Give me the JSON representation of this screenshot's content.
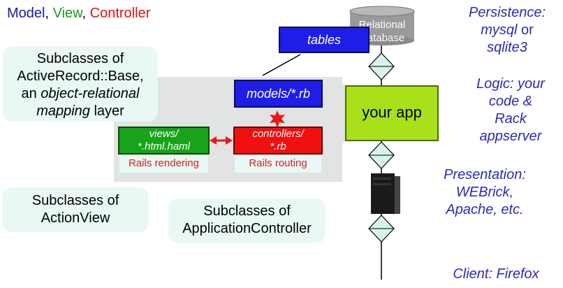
{
  "legend": {
    "model": "Model",
    "sep1": ", ",
    "view": "View",
    "sep2": ", ",
    "controller": "Controller"
  },
  "callouts": {
    "activerecord": {
      "line1": "Subclasses of",
      "line2": "ActiveRecord::Base,",
      "line3_pre": "an ",
      "line3_em": "object-relational",
      "line4_em": "mapping",
      "line4_post": " layer"
    },
    "actionview": {
      "line1": "Subclasses of",
      "line2": "ActionView"
    },
    "appcontroller": {
      "line1": "Subclasses of",
      "line2": "ApplicationController"
    }
  },
  "boxes": {
    "tables": "tables",
    "models": "models/*.rb",
    "views_l1": "views/",
    "views_l2": "*.html.haml",
    "controllers_l1": "controllers/",
    "controllers_l2": "*.rb",
    "rendering": "Rails rendering",
    "routing": "Rails routing",
    "app": "your app"
  },
  "database": {
    "line1": "Relational",
    "line2": "Database"
  },
  "right": {
    "persistence": {
      "l1": "Persistence:",
      "l2_a": "mysql",
      "l2_b": " or",
      "l3": "sqlite3"
    },
    "logic": {
      "l1": "Logic: your",
      "l2": "code &",
      "l3": "Rack",
      "l4": "appserver"
    },
    "presentation": {
      "l1": "Presentation:",
      "l2": "WEBrick,",
      "l3": "Apache, etc."
    },
    "client": "Client: Firefox"
  },
  "colors": {
    "model": "#1a1aa8",
    "view": "#1c9a1c",
    "controller": "#e01010",
    "app": "#a8e01a"
  }
}
